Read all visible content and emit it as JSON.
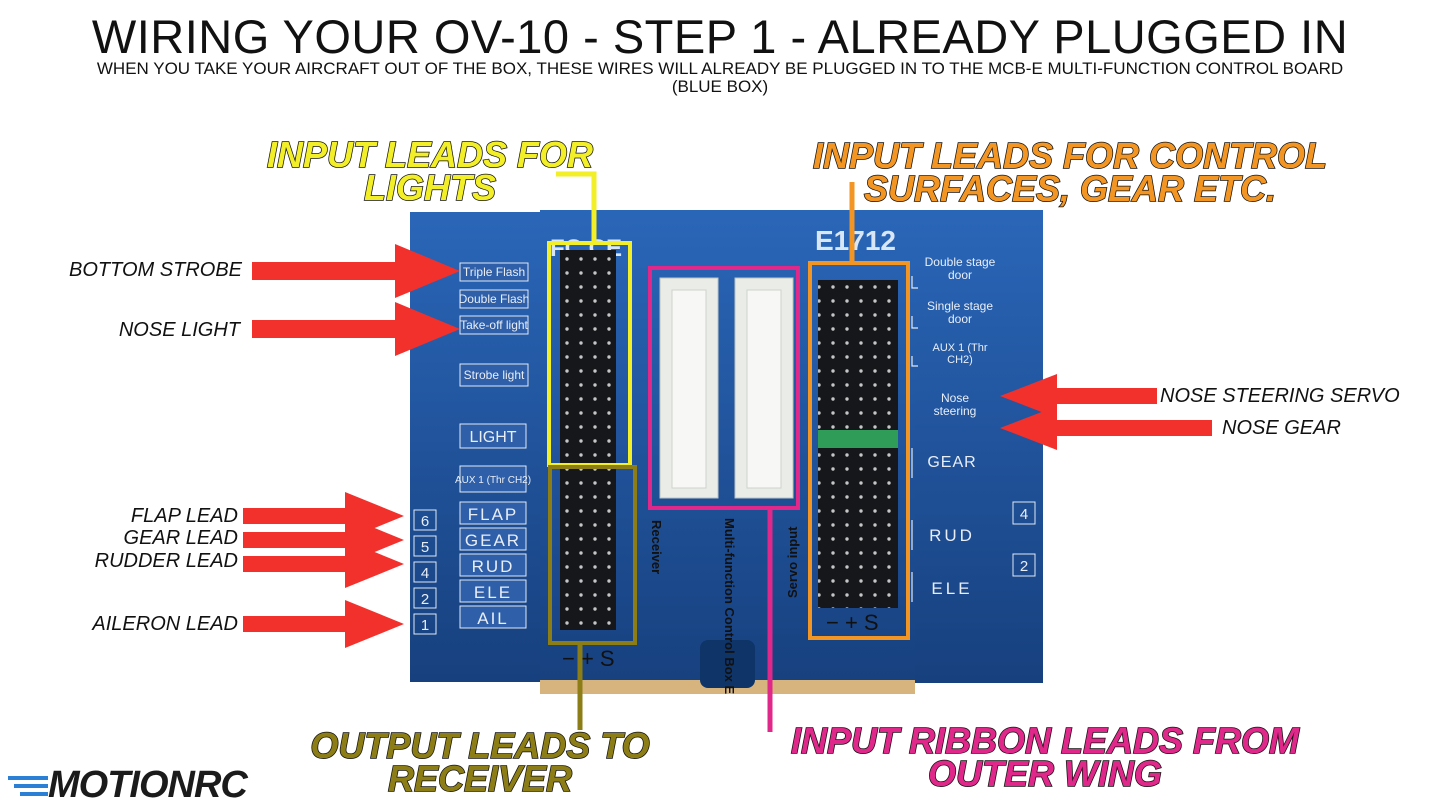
{
  "title": "WIRING YOUR OV-10 - STEP 1 - ALREADY PLUGGED IN",
  "subtitle": "WHEN YOU TAKE YOUR AIRCRAFT OUT OF THE BOX, THESE WIRES WILL ALREADY BE PLUGGED IN TO THE MCB-E MULTI-FUNCTION CONTROL BOARD (BLUE BOX)",
  "callouts": {
    "lights": "INPUT LEADS FOR LIGHTS",
    "control": "INPUT LEADS FOR CONTROL SURFACES, GEAR ETC.",
    "receiver": "OUTPUT LEADS TO RECEIVER",
    "ribbon": "INPUT RIBBON LEADS FROM OUTER WING"
  },
  "left_labels": [
    "BOTTOM STROBE",
    "NOSE LIGHT",
    "FLAP LEAD",
    "GEAR LEAD",
    "RUDDER LEAD",
    "AILERON LEAD"
  ],
  "right_labels": [
    "NOSE STEERING SERVO",
    "NOSE GEAR"
  ],
  "board": {
    "model": "E1712",
    "marks": "FC CE",
    "left_ports": [
      "Triple Flash",
      "Double Flash",
      "Take-off light",
      "Strobe light",
      "LIGHT",
      "AUX 1 (Thr CH2)",
      "FLAP",
      "GEAR",
      "RUD",
      "ELE",
      "AIL"
    ],
    "left_numbers": [
      "6",
      "5",
      "4",
      "2",
      "1"
    ],
    "right_ports": [
      "Double stage door",
      "Single stage door",
      "AUX 1 (Thr CH2)",
      "Nose steering",
      "GEAR",
      "RUD",
      "ELE"
    ],
    "right_numbers": [
      "4",
      "2"
    ],
    "polarity": "− + S",
    "vertical_texts": [
      "Receiver",
      "Multi-function Control Box E",
      "Servo input"
    ]
  },
  "brand": "MOTIONRC",
  "colors": {
    "board": "#1d4f9c",
    "arrow": "#f2312c",
    "lights": "#f2ee28",
    "control": "#f39522",
    "receiver": "#8c7d16",
    "ribbon": "#e0288a",
    "brand_blue": "#2b7fd4"
  }
}
